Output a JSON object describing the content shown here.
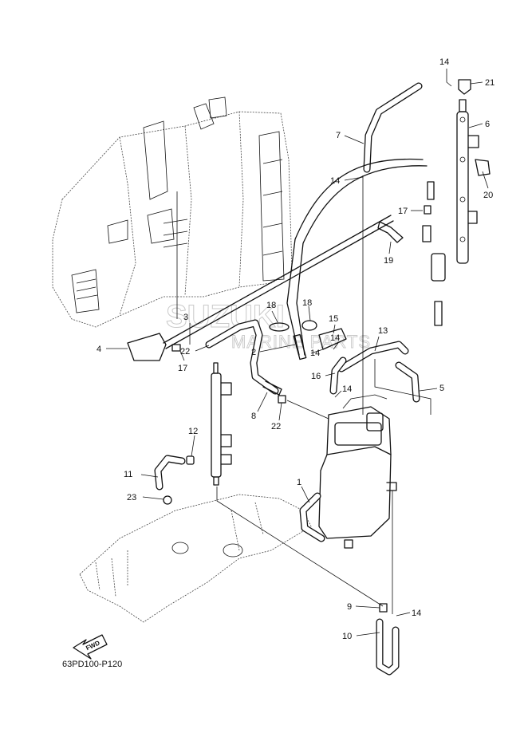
{
  "diagram": {
    "diagram_code": "63PD100-P120",
    "fwd_label": "FWD",
    "watermark": {
      "brand": "SUZUKI",
      "sub": "MARINE PARTS"
    },
    "callouts": [
      {
        "id": "c14a",
        "label": "14"
      },
      {
        "id": "c21",
        "label": "21"
      },
      {
        "id": "c6",
        "label": "6"
      },
      {
        "id": "c7",
        "label": "7"
      },
      {
        "id": "c14b",
        "label": "14"
      },
      {
        "id": "c20",
        "label": "20"
      },
      {
        "id": "c17a",
        "label": "17"
      },
      {
        "id": "c19",
        "label": "19"
      },
      {
        "id": "c18a",
        "label": "18"
      },
      {
        "id": "c18b",
        "label": "18"
      },
      {
        "id": "c3",
        "label": "3"
      },
      {
        "id": "c15",
        "label": "15"
      },
      {
        "id": "c13",
        "label": "13"
      },
      {
        "id": "c4",
        "label": "4"
      },
      {
        "id": "c22a",
        "label": "22"
      },
      {
        "id": "c2",
        "label": "2"
      },
      {
        "id": "c14c",
        "label": "14"
      },
      {
        "id": "c14d",
        "label": "14"
      },
      {
        "id": "c17b",
        "label": "17"
      },
      {
        "id": "c16",
        "label": "16"
      },
      {
        "id": "c14e",
        "label": "14"
      },
      {
        "id": "c5",
        "label": "5"
      },
      {
        "id": "c8",
        "label": "8"
      },
      {
        "id": "c22b",
        "label": "22"
      },
      {
        "id": "c12",
        "label": "12"
      },
      {
        "id": "c11",
        "label": "11"
      },
      {
        "id": "c1",
        "label": "1"
      },
      {
        "id": "c23",
        "label": "23"
      },
      {
        "id": "c9",
        "label": "9"
      },
      {
        "id": "c14f",
        "label": "14"
      },
      {
        "id": "c10",
        "label": "10"
      }
    ]
  }
}
